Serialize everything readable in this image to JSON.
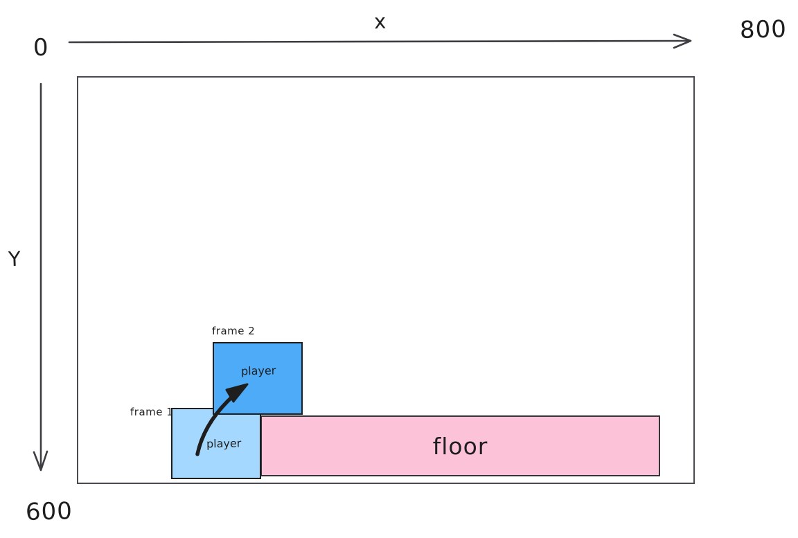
{
  "diagram": {
    "description": "hand-drawn game coordinate system diagram",
    "axes": {
      "x_label": "x",
      "y_label": "Y",
      "origin_label": "0",
      "x_max_label": "800",
      "y_max_label": "600"
    },
    "shapes": {
      "frame1": {
        "caption": "frame 1",
        "text": "player",
        "fill": "#a5d8ff"
      },
      "frame2": {
        "caption": "frame 2",
        "text": "player",
        "fill": "#4dabf7"
      },
      "floor": {
        "text": "floor",
        "fill": "#fcc2d7"
      }
    },
    "colors": {
      "stroke": "#1e1e1e",
      "axis_stroke": "#3d3d42",
      "canvas_border": "#494951"
    }
  }
}
